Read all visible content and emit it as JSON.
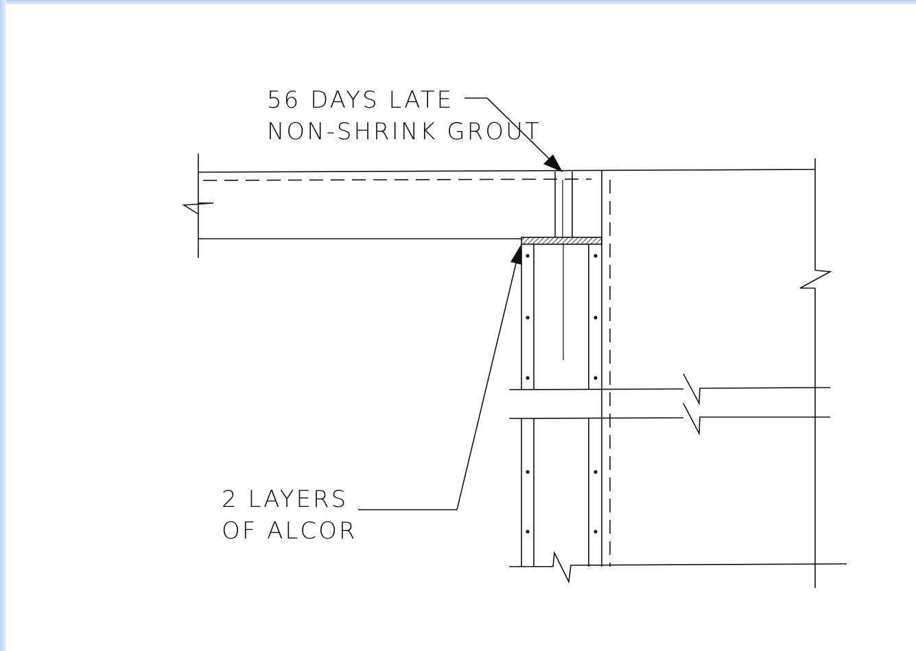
{
  "annotations": {
    "grout": {
      "line1": "56 DAYS LATE",
      "line2": "NON-SHRINK GROUT"
    },
    "alcor": {
      "line1": "2 LAYERS",
      "line2": "OF ALCOR"
    }
  },
  "colors": {
    "ink": "#111111",
    "background": "#ffffff",
    "frame": "#c7daf7"
  }
}
